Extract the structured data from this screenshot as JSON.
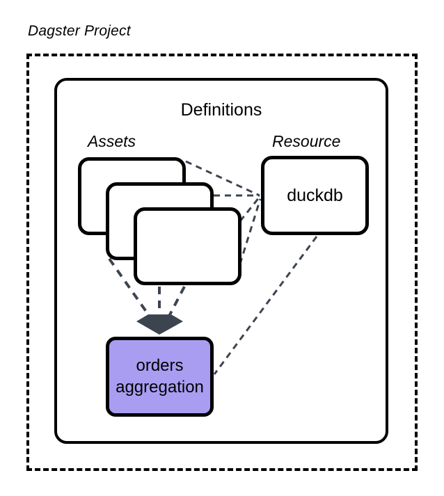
{
  "diagram": {
    "type": "architecture-diagram",
    "project": {
      "title": "Dagster Project",
      "boundary_style": "dashed",
      "boundary_color": "#000000"
    },
    "definitions": {
      "title": "Definitions",
      "border_color": "#000000"
    },
    "sections": [
      {
        "id": "assets",
        "label": "Assets"
      },
      {
        "id": "resource",
        "label": "Resource"
      }
    ],
    "asset_cards": [
      {
        "id": "asset-card-1",
        "label": ""
      },
      {
        "id": "asset-card-2",
        "label": ""
      },
      {
        "id": "asset-card-3",
        "label": ""
      }
    ],
    "resource": {
      "id": "duckdb",
      "label": "duckdb",
      "fill": "#ffffff",
      "border": "#000000"
    },
    "output": {
      "id": "orders-aggregation",
      "line1": "orders",
      "line2": "aggregation",
      "fill": "#a99df2",
      "border": "#000000"
    },
    "edges": [
      {
        "from": "asset-card-1",
        "to": "duckdb",
        "style": "dashed",
        "color": "#3c4450"
      },
      {
        "from": "asset-card-2",
        "to": "duckdb",
        "style": "dashed",
        "color": "#3c4450"
      },
      {
        "from": "asset-card-3",
        "to": "duckdb",
        "style": "dashed",
        "color": "#3c4450"
      },
      {
        "from": "asset-card-1",
        "to": "orders-aggregation",
        "style": "dashed",
        "color": "#3c4450",
        "arrow": "diamond"
      },
      {
        "from": "asset-card-2",
        "to": "orders-aggregation",
        "style": "dashed",
        "color": "#3c4450",
        "arrow": "diamond"
      },
      {
        "from": "asset-card-3",
        "to": "orders-aggregation",
        "style": "dashed",
        "color": "#3c4450",
        "arrow": "diamond"
      },
      {
        "from": "duckdb",
        "to": "orders-aggregation",
        "style": "dashed",
        "color": "#3c4450"
      }
    ],
    "arrowhead": {
      "name": "diamond-arrowhead",
      "fill": "#3c4450"
    }
  }
}
